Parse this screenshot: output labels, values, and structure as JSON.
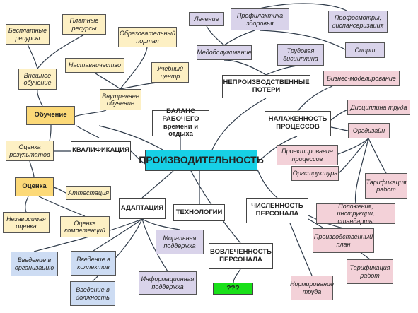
{
  "center": "ПРОИЗВОДИТЕЛЬНОСТЬ",
  "branches": {
    "nonprod_losses": "НЕПРОИЗВОДСТВЕННЫЕ ПОТЕРИ",
    "workload": "НАЛАЖЕННОСТЬ ПРОЦЕССОВ",
    "balance": "БАЛАНС РАБОЧЕГО времени и отдыха",
    "qualification": "КВАЛИФИКАЦИЯ",
    "adaptation": "АДАПТАЦИЯ",
    "technology": "ТЕХНОЛОГИИ",
    "engagement": "ВОВЛЕЧЕННОСТЬ ПЕРСОНАЛА",
    "headcount": "ЧИСЛЕННОСТЬ ПЕРСОНАЛА",
    "unknown": "???"
  },
  "hubs": {
    "training": "Обучение",
    "assessment": "Оценка"
  },
  "training": {
    "free_resources": "Бесплатные ресурсы",
    "paid_resources": "Платные ресурсы",
    "edu_portal": "Образовательный портал",
    "mentoring": "Наставничество",
    "training_center": "Учебный центр",
    "external": "Внешнее обучение",
    "internal": "Внутреннее обучение"
  },
  "assessment": {
    "results": "Оценка результатов",
    "attestation": "Аттестация",
    "independent": "Независимая оценка",
    "competence": "Оценка компетенций"
  },
  "nonprod": {
    "treatment": "Лечение",
    "prevention": "Профилактика здоровья",
    "checkups": "Профосмотры, диспансеризация",
    "sport": "Спорт",
    "medical": "Медобслуживание",
    "labor_discipline": "Трудовая дисциплина"
  },
  "processes": {
    "business_modeling": "Бизнес-моделирование",
    "discipline": "Дисциплина труда",
    "org_design": "Оргдизайн",
    "process_design": "Проектирование процессов",
    "org_structure": "Оргструктура",
    "tariffing": "Тарификация работ",
    "regulations": "Положения, инструкции, стандарты"
  },
  "headcount": {
    "prod_plan": "Производственный план",
    "tariffing": "Тарификация работ",
    "labor_norms": "Нормирование труда"
  },
  "adaptation": {
    "moral": "Моральная поддержка",
    "org_intro": "Введение в организацию",
    "team_intro": "Введение в коллектив",
    "info_support": "Информационная поддержка",
    "role_intro": "Введение в должность"
  }
}
